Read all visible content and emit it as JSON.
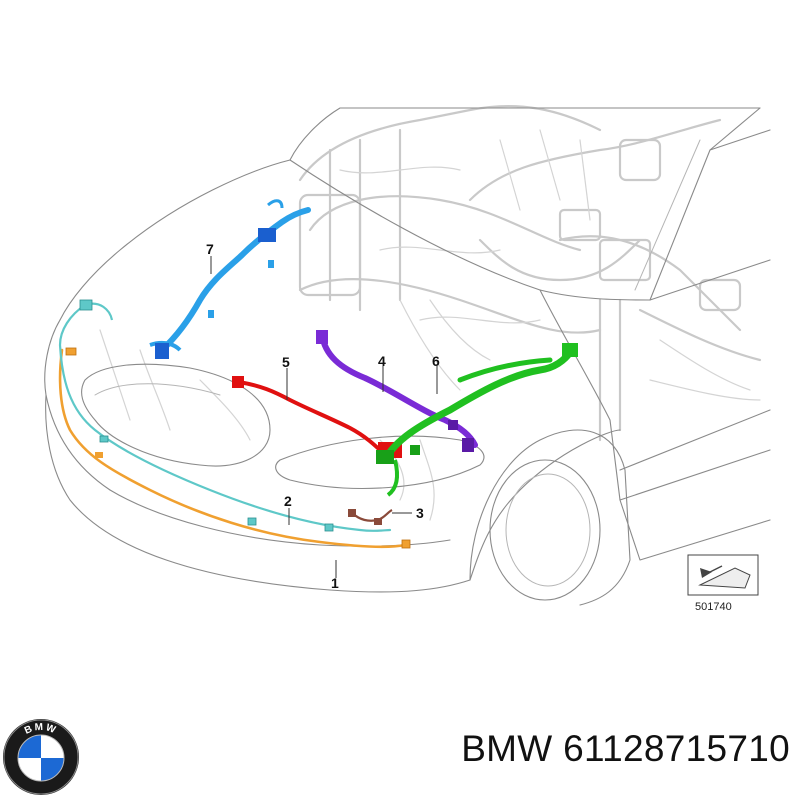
{
  "diagram": {
    "callouts": [
      {
        "id": "1",
        "label": "1",
        "color": "#f0a030"
      },
      {
        "id": "2",
        "label": "2",
        "color": "#5ec8c8"
      },
      {
        "id": "3",
        "label": "3",
        "color": "#8a4a3a"
      },
      {
        "id": "4",
        "label": "4",
        "color": "#7a2bd6"
      },
      {
        "id": "5",
        "label": "5",
        "color": "#e01010"
      },
      {
        "id": "6",
        "label": "6",
        "color": "#20c020"
      },
      {
        "id": "7",
        "label": "7",
        "color": "#2aa0e8"
      }
    ],
    "reference_number": "501740"
  },
  "brand": {
    "logo_text": "BMW",
    "part_label": "BMW 61128715710",
    "colors": {
      "blue": "#1c69d4",
      "ring": "#111111"
    }
  }
}
